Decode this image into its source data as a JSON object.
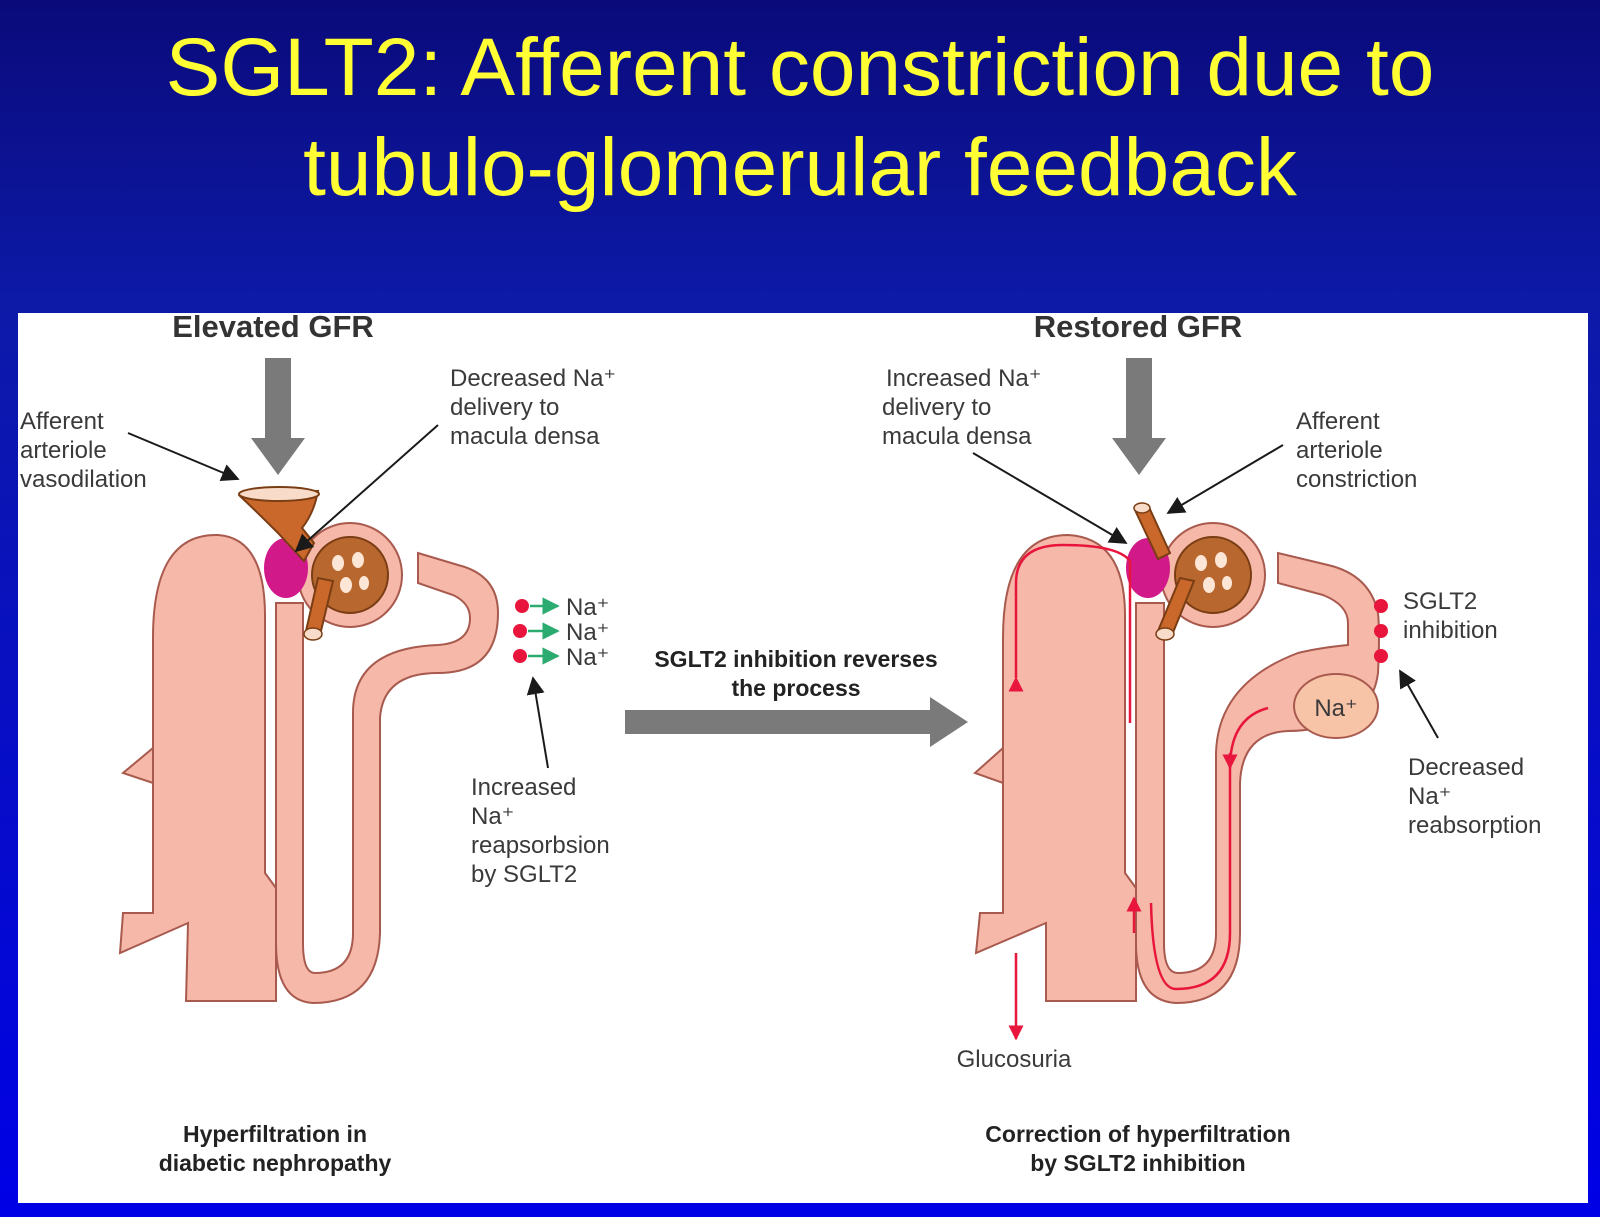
{
  "title": {
    "line1": "SGLT2: Afferent constriction due to",
    "line2": "tubulo-glomerular feedback"
  },
  "left": {
    "header": "Elevated GFR",
    "afferent": [
      "Afferent",
      "arteriole",
      "vasodilation"
    ],
    "macula": [
      "Decreased Na⁺",
      "delivery to",
      "macula densa"
    ],
    "na_labels": [
      "Na⁺",
      "Na⁺",
      "Na⁺"
    ],
    "reabsorption": [
      "Increased",
      "Na⁺",
      "reapsorbsion",
      "by SGLT2"
    ],
    "caption": [
      "Hyperfiltration in",
      "diabetic nephropathy"
    ]
  },
  "middle": {
    "arrow_text": [
      "SGLT2 inhibition reverses",
      "the process"
    ]
  },
  "right": {
    "header": "Restored GFR",
    "macula": [
      "Increased Na⁺",
      "delivery to",
      "macula densa"
    ],
    "afferent": [
      "Afferent",
      "arteriole",
      "constriction"
    ],
    "inhibition": [
      "SGLT2",
      "inhibition"
    ],
    "na_bulge": "Na⁺",
    "reabsorption": [
      "Decreased",
      "Na⁺",
      "reabsorption"
    ],
    "glucosuria": "Glucosuria",
    "caption": [
      "Correction of hyperfiltration",
      "by SGLT2 inhibition"
    ]
  },
  "colors": {
    "title": "#ffff33",
    "tubule_fill": "#f6b8a8",
    "tubule_stroke": "#a85a4e",
    "arteriole": "#c9682a",
    "macula_densa": "#d2198a",
    "flow_arrow": "#e8163c",
    "big_arrow": "#7a7a7a",
    "na_arrow": "#2bab6f"
  }
}
